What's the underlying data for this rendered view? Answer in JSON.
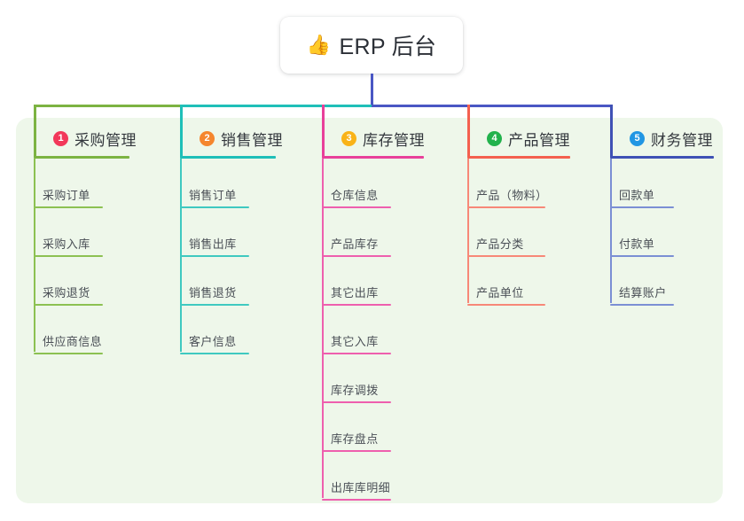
{
  "diagram": {
    "title": "ERP 后台",
    "root_icon": "thumbs-up-emoji",
    "root_emoji_glyph": "👍",
    "root_connector_color": "#4a57c4",
    "panel_color": "#eef7ea"
  },
  "branches": [
    {
      "number": "1",
      "title": "采购管理",
      "badge_color": "#f2385a",
      "line_color": "#7cb342",
      "leaf_color": "#8cc152",
      "items": [
        {
          "label": "采购订单"
        },
        {
          "label": "采购入库"
        },
        {
          "label": "采购退货"
        },
        {
          "label": "供应商信息"
        }
      ]
    },
    {
      "number": "2",
      "title": "销售管理",
      "badge_color": "#f5862e",
      "line_color": "#1fbfb8",
      "leaf_color": "#3fc9c0",
      "items": [
        {
          "label": "销售订单"
        },
        {
          "label": "销售出库"
        },
        {
          "label": "销售退货"
        },
        {
          "label": "客户信息"
        }
      ]
    },
    {
      "number": "3",
      "title": "库存管理",
      "badge_color": "#f9b318",
      "line_color": "#e8409a",
      "leaf_color": "#ee5fae",
      "items": [
        {
          "label": "仓库信息"
        },
        {
          "label": "产品库存"
        },
        {
          "label": "其它出库"
        },
        {
          "label": "其它入库"
        },
        {
          "label": "库存调拨"
        },
        {
          "label": "库存盘点"
        },
        {
          "label": "出库库明细"
        }
      ]
    },
    {
      "number": "4",
      "title": "产品管理",
      "badge_color": "#22b24c",
      "line_color": "#f4604f",
      "leaf_color": "#f78878",
      "items": [
        {
          "label": "产品（物料）"
        },
        {
          "label": "产品分类"
        },
        {
          "label": "产品单位"
        }
      ]
    },
    {
      "number": "5",
      "title": "财务管理",
      "badge_color": "#2196e3",
      "line_color": "#3f51b5",
      "leaf_color": "#7b8fd4",
      "items": [
        {
          "label": "回款单"
        },
        {
          "label": "付款单"
        },
        {
          "label": "结算账户"
        }
      ]
    }
  ],
  "bus": {
    "segments": [
      {
        "color": "#7cb342"
      },
      {
        "color": "#1fbfb8"
      },
      {
        "color": "#4a57c4"
      }
    ]
  }
}
